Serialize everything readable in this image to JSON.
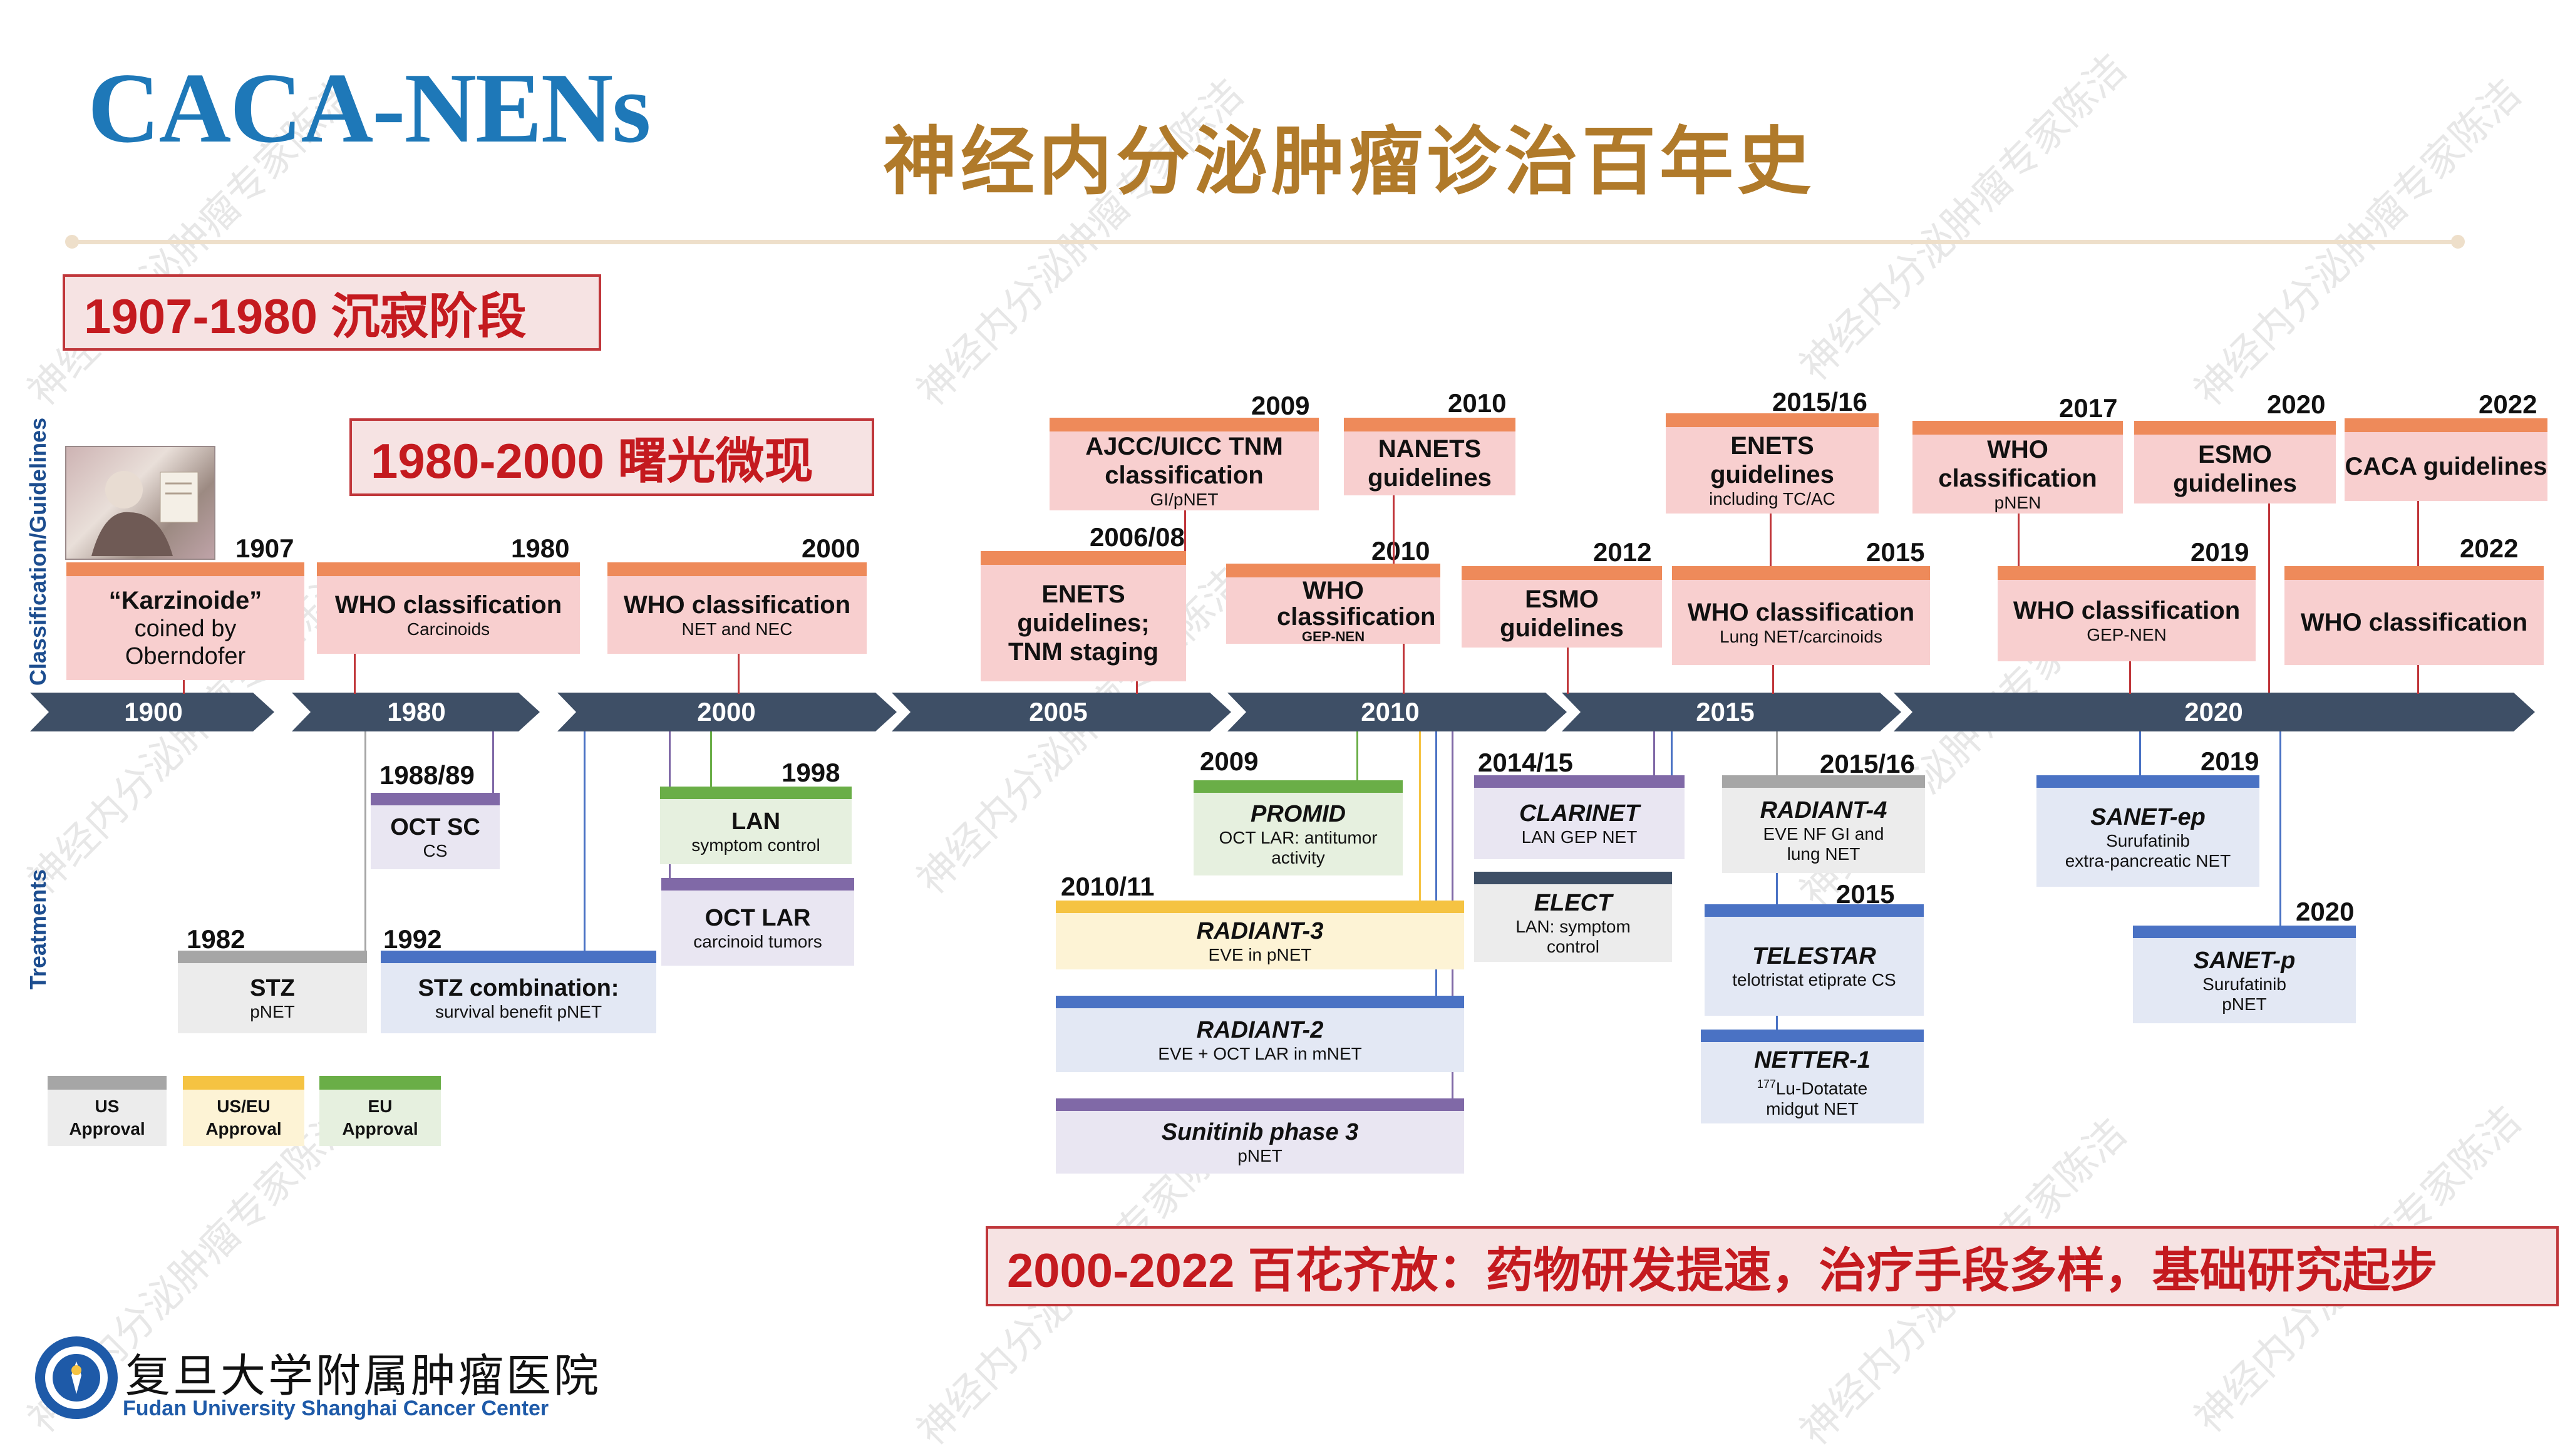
{
  "header": {
    "brand": "CACA-NENs",
    "title": "神经内分泌肿瘤诊治百年史"
  },
  "eras": {
    "e1": "1907-1980   沉寂阶段",
    "e2": "1980-2000  曙光微现",
    "e3": "2000-2022  百花齐放：药物研发提速，治疗手段多样，基础研究起步"
  },
  "side_labels": {
    "classification": "Classification/Guidelines",
    "treatments": "Treatments"
  },
  "timeline_ticks": [
    "1900",
    "1980",
    "2000",
    "2005",
    "2010",
    "2015",
    "2020"
  ],
  "guidelines_upper": [
    {
      "year": "2009",
      "title": "AJCC/UICC TNM classification",
      "sub": "GI/pNET"
    },
    {
      "year": "2010",
      "title": "NANETS guidelines",
      "sub": ""
    },
    {
      "year": "2015/16",
      "title": "ENETS guidelines",
      "sub": "including TC/AC"
    },
    {
      "year": "2017",
      "title": "WHO classification",
      "sub": "pNEN"
    },
    {
      "year": "2020",
      "title": "ESMO guidelines",
      "sub": ""
    },
    {
      "year": "2022",
      "title": "CACA guidelines",
      "sub": ""
    }
  ],
  "guidelines_lower": [
    {
      "year": "1907",
      "title": "“Karzinoide”",
      "sub": "coined by Oberndofer"
    },
    {
      "year": "1980",
      "title": "WHO classification",
      "sub": "Carcinoids"
    },
    {
      "year": "2000",
      "title": "WHO classification",
      "sub": "NET and NEC"
    },
    {
      "year": "2006/08",
      "title": "ENETS guidelines; TNM staging",
      "sub": ""
    },
    {
      "year": "2010",
      "title": "WHO classification",
      "sub": "GEP-NEN"
    },
    {
      "year": "2012",
      "title": "ESMO guidelines",
      "sub": ""
    },
    {
      "year": "2015",
      "title": "WHO classification",
      "sub": "Lung NET/carcinoids"
    },
    {
      "year": "2019",
      "title": "WHO classification",
      "sub": "GEP-NEN"
    },
    {
      "year": "2022",
      "title": "WHO classification",
      "sub": ""
    }
  ],
  "treatments": [
    {
      "year": "1988/89",
      "title": "OCT SC",
      "sub": "CS"
    },
    {
      "year": "1982",
      "title": "STZ",
      "sub": "pNET"
    },
    {
      "year": "1992",
      "title": "STZ combination:",
      "sub": "survival benefit pNET"
    },
    {
      "year": "1998",
      "title": "LAN",
      "sub": "symptom control"
    },
    {
      "year": "",
      "title": "OCT LAR",
      "sub": "carcinoid tumors"
    },
    {
      "year": "2009",
      "title": "PROMID",
      "sub": "OCT LAR: antitumor activity"
    },
    {
      "year": "2010/11",
      "title": "RADIANT-3",
      "sub": "EVE in pNET"
    },
    {
      "year": "",
      "title": "RADIANT-2",
      "sub": "EVE + OCT LAR in mNET"
    },
    {
      "year": "",
      "title": "Sunitinib phase 3",
      "sub": "pNET"
    },
    {
      "year": "2014/15",
      "title": "CLARINET",
      "sub": "LAN GEP NET"
    },
    {
      "year": "",
      "title": "ELECT",
      "sub": "LAN: symptom control"
    },
    {
      "year": "2015/16",
      "title": "RADIANT-4",
      "sub": "EVE NF GI and lung NET"
    },
    {
      "year": "2015",
      "title": "TELESTAR",
      "sub": "telotristat etiprate CS"
    },
    {
      "year": "",
      "title": "NETTER-1",
      "sub_sup": "177",
      "sub": "Lu-Dotatate",
      "sub2": "midgut NET"
    },
    {
      "year": "2019",
      "title": "SANET-ep",
      "sub": "Surufatinib",
      "sub2": "extra-pancreatic NET"
    },
    {
      "year": "2020",
      "title": "SANET-p",
      "sub": "Surufatinib",
      "sub2": "pNET"
    }
  ],
  "legend": [
    {
      "label": "US Approval",
      "color": "#a6a6a6"
    },
    {
      "label": "US/EU Approval",
      "color": "#f5c342"
    },
    {
      "label": "EU Approval",
      "color": "#6aae47"
    }
  ],
  "colors": {
    "guideline_fill": "#f8cfcf",
    "guideline_top": "#ee8a5a",
    "timeline": "#3e4f66",
    "brand": "#1e78b8",
    "title": "#b07a2a",
    "purple": "#8069a7",
    "blue": "#4a72c4",
    "green": "#6aae47",
    "yellow": "#f5c342",
    "gray": "#a6a6a6"
  },
  "footer": {
    "logo_cn": "复旦大学附属肿瘤医院",
    "logo_en": "Fudan University Shanghai Cancer Center"
  },
  "watermark": "神经内分泌肿瘤专家陈洁",
  "icons": {
    "portrait": "portrait-photo",
    "logo": "hospital-seal-icon"
  }
}
